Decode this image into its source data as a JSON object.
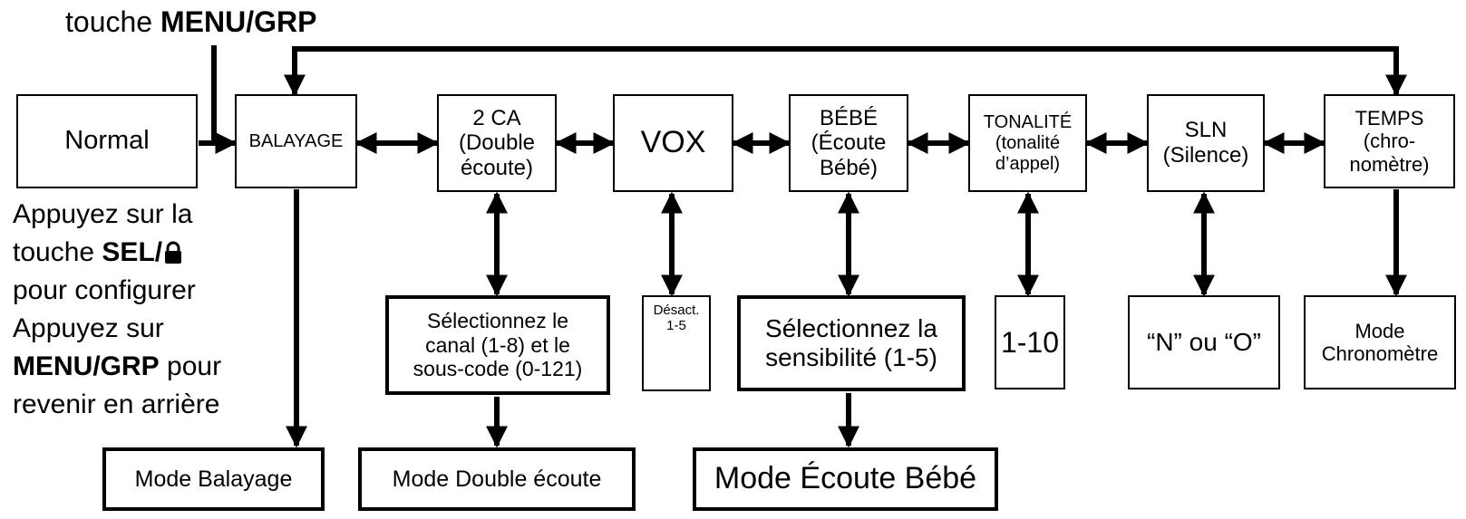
{
  "header": {
    "prefix": "touche ",
    "key": "MENU/GRP"
  },
  "nodes": {
    "normal": "Normal",
    "balayage": "BALAYAGE",
    "ca": "2 CA\n(Double\nécoute)",
    "vox": "VOX",
    "bebe": "BÉBÉ\n(Écoute\nBébé)",
    "tonalite": "TONALITÉ\n(tonalité\nd’appel)",
    "sln": "SLN\n(Silence)",
    "temps": "TEMPS\n(chro-\nnomètre)",
    "canal": "Sélectionnez le\ncanal (1-8) et le\nsous-code (0-121)",
    "desact": "Désact.\n1-5",
    "sensibilite": "Sélectionnez la\nsensibilité (1-5)",
    "range_tone": "1-10",
    "no": "“N” ou “O”",
    "chrono": "Mode\nChronomètre",
    "mode_balayage": "Mode Balayage",
    "mode_double": "Mode Double écoute",
    "mode_bebe": "Mode Écoute Bébé"
  },
  "instructions": {
    "line1": "Appuyez sur la",
    "line2_prefix": "touche ",
    "line2_key": "SEL/",
    "line3": "pour configurer",
    "line4": "Appuyez sur",
    "line5_key": "MENU/GRP",
    "line5_suffix": " pour",
    "line6": "revenir en arrière"
  },
  "icons": {
    "lock": "lock-icon"
  }
}
